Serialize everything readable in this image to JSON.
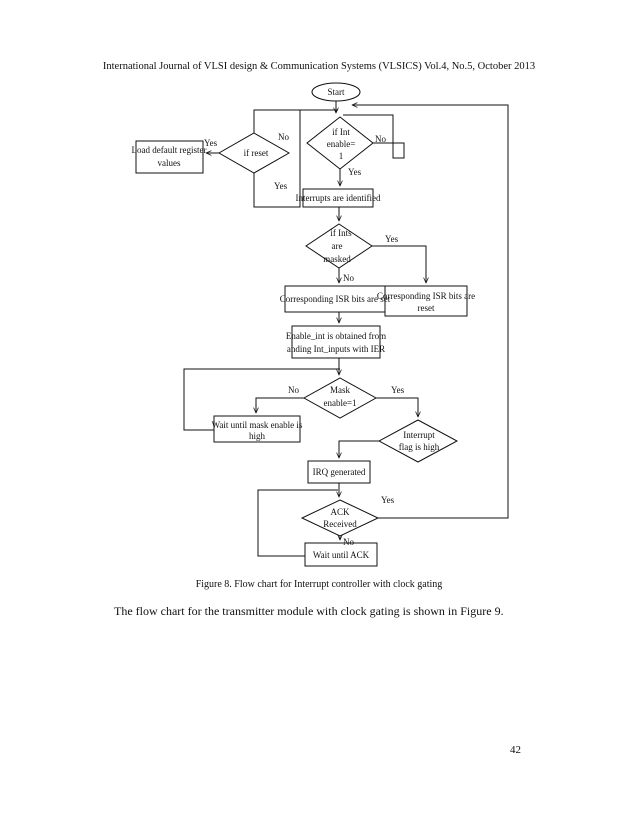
{
  "header": {
    "text": "International Journal of VLSI design & Communication Systems (VLSICS) Vol.4, No.5, October 2013"
  },
  "flowchart": {
    "start": "Start",
    "load_default": [
      "Load default register",
      "values"
    ],
    "if_reset": "if reset",
    "if_int_enable": [
      "if  Int",
      "enable=",
      "1"
    ],
    "interrupts_identified": "Interrupts are identified",
    "if_ints_masked": [
      "if Ints",
      "are",
      "masked"
    ],
    "isr_set": "Corresponding ISR bits are set",
    "isr_reset": [
      "Corresponding ISR bits are",
      "reset"
    ],
    "enable_int": [
      "Enable_int is obtained  from",
      "anding Int_inputs with IER"
    ],
    "mask_enable": [
      "Mask",
      "enable=1"
    ],
    "wait_mask": [
      "Wait until mask enable is",
      "high"
    ],
    "interrupt_flag": [
      "Interrupt",
      "flag is high"
    ],
    "irq_generated": "IRQ generated",
    "ack_received": [
      "ACK",
      "Received"
    ],
    "wait_ack": "Wait until ACK",
    "yes": "Yes",
    "no": "No"
  },
  "caption": "Figure 8. Flow chart for Interrupt controller with clock gating",
  "body": "The flow chart for the transmitter module with clock gating is shown in Figure 9.",
  "page_number": "42"
}
